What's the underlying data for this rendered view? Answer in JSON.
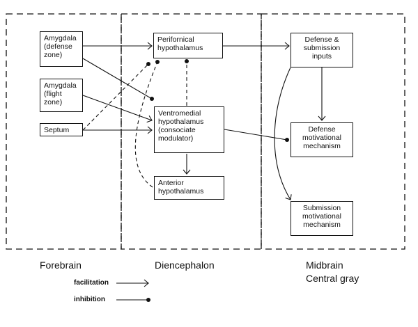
{
  "regions": [
    {
      "id": "forebrain",
      "label": "Forebrain"
    },
    {
      "id": "diencephalon",
      "label": "Diencephalon"
    },
    {
      "id": "midbrain",
      "label": "Midbrain\nCentral gray"
    }
  ],
  "nodes": [
    {
      "id": "amygdala-defense",
      "label": "Amygdala\n(defense\nzone)"
    },
    {
      "id": "amygdala-flight",
      "label": "Amygdala\n(flight\nzone)"
    },
    {
      "id": "septum",
      "label": "Septum"
    },
    {
      "id": "perifornical",
      "label": "Perifornical\nhypothalamus"
    },
    {
      "id": "ventromedial",
      "label": "Ventromedial\nhypothalamus\n(consociate\nmodulator)"
    },
    {
      "id": "anterior",
      "label": "Anterior\nhypothalamus"
    },
    {
      "id": "defense-inputs",
      "label": "Defense &\nsubmission\ninputs"
    },
    {
      "id": "defense-motivational",
      "label": "Defense\nmotivational\nmechanism"
    },
    {
      "id": "submission-motivational",
      "label": "Submission\nmotivational\nmechanism"
    }
  ],
  "connections": [
    {
      "from": "amygdala-defense",
      "to": "perifornical",
      "type": "facilitation",
      "style": "solid"
    },
    {
      "from": "amygdala-defense",
      "to": "ventromedial",
      "type": "inhibition",
      "style": "solid"
    },
    {
      "from": "amygdala-flight",
      "to": "ventromedial",
      "type": "facilitation",
      "style": "solid"
    },
    {
      "from": "septum",
      "to": "ventromedial",
      "type": "facilitation",
      "style": "solid"
    },
    {
      "from": "septum",
      "to": "perifornical",
      "type": "inhibition",
      "style": "dashed"
    },
    {
      "from": "ventromedial",
      "to": "perifornical",
      "type": "inhibition",
      "style": "dashed"
    },
    {
      "from": "anterior",
      "to": "perifornical",
      "type": "inhibition",
      "style": "dashed"
    },
    {
      "from": "ventromedial",
      "to": "anterior",
      "type": "facilitation",
      "style": "solid"
    },
    {
      "from": "perifornical",
      "to": "defense-inputs",
      "type": "facilitation",
      "style": "solid"
    },
    {
      "from": "defense-inputs",
      "to": "defense-motivational",
      "type": "facilitation",
      "style": "solid"
    },
    {
      "from": "defense-inputs",
      "to": "submission-motivational",
      "type": "facilitation",
      "style": "solid"
    },
    {
      "from": "ventromedial",
      "to": "defense-motivational",
      "type": "inhibition",
      "style": "solid"
    }
  ],
  "legend": {
    "facilitation": "facilitation",
    "inhibition": "inhibition"
  }
}
